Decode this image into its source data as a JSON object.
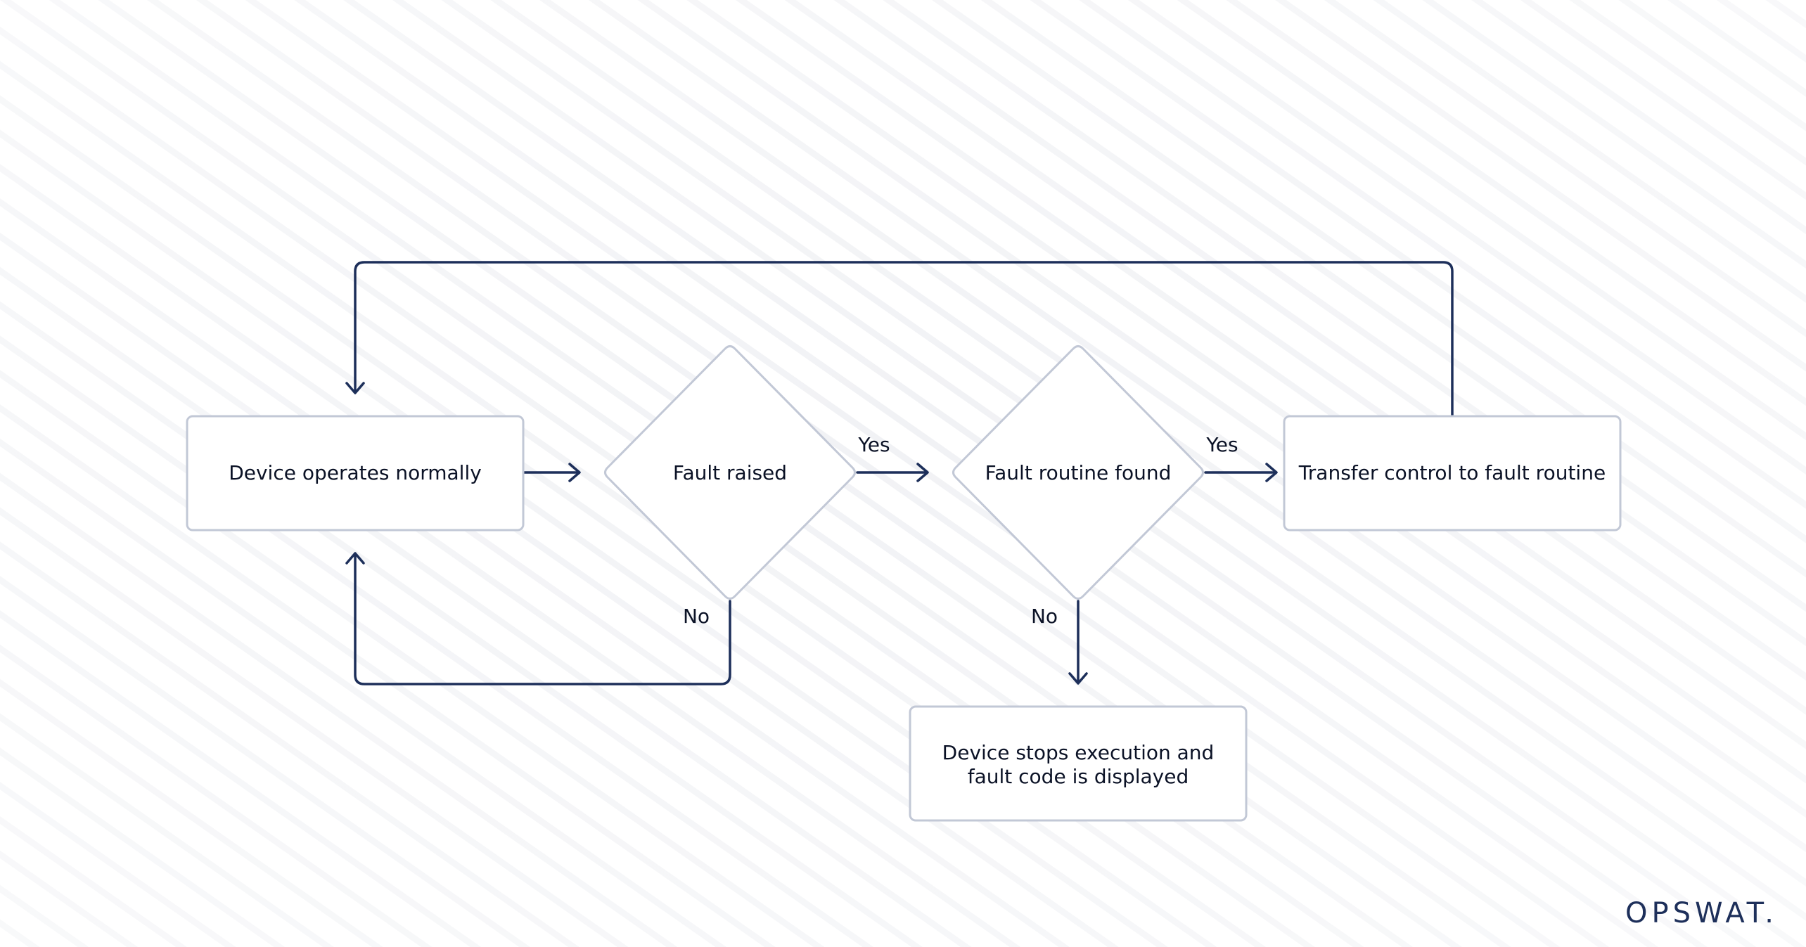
{
  "colors": {
    "background": "#ffffff",
    "stripe": "#f1f2f5",
    "node_fill": "#ffffff",
    "node_border": "#c2c8d6",
    "connector": "#1d2f5a",
    "text": "#0b1226",
    "logo": "#1d2f5a"
  },
  "nodes": {
    "device_operates": {
      "label": "Device operates normally"
    },
    "fault_raised": {
      "label": "Fault raised"
    },
    "fault_routine_found": {
      "label": "Fault routine found"
    },
    "transfer_control": {
      "label": "Transfer control to fault routine"
    },
    "device_stops": {
      "lines": [
        "Device stops execution and",
        "fault code is displayed"
      ]
    }
  },
  "edges": {
    "fault_raised_yes": "Yes",
    "fault_raised_no": "No",
    "fault_routine_yes": "Yes",
    "fault_routine_no": "No"
  },
  "logo": {
    "text": "OPSWAT."
  }
}
